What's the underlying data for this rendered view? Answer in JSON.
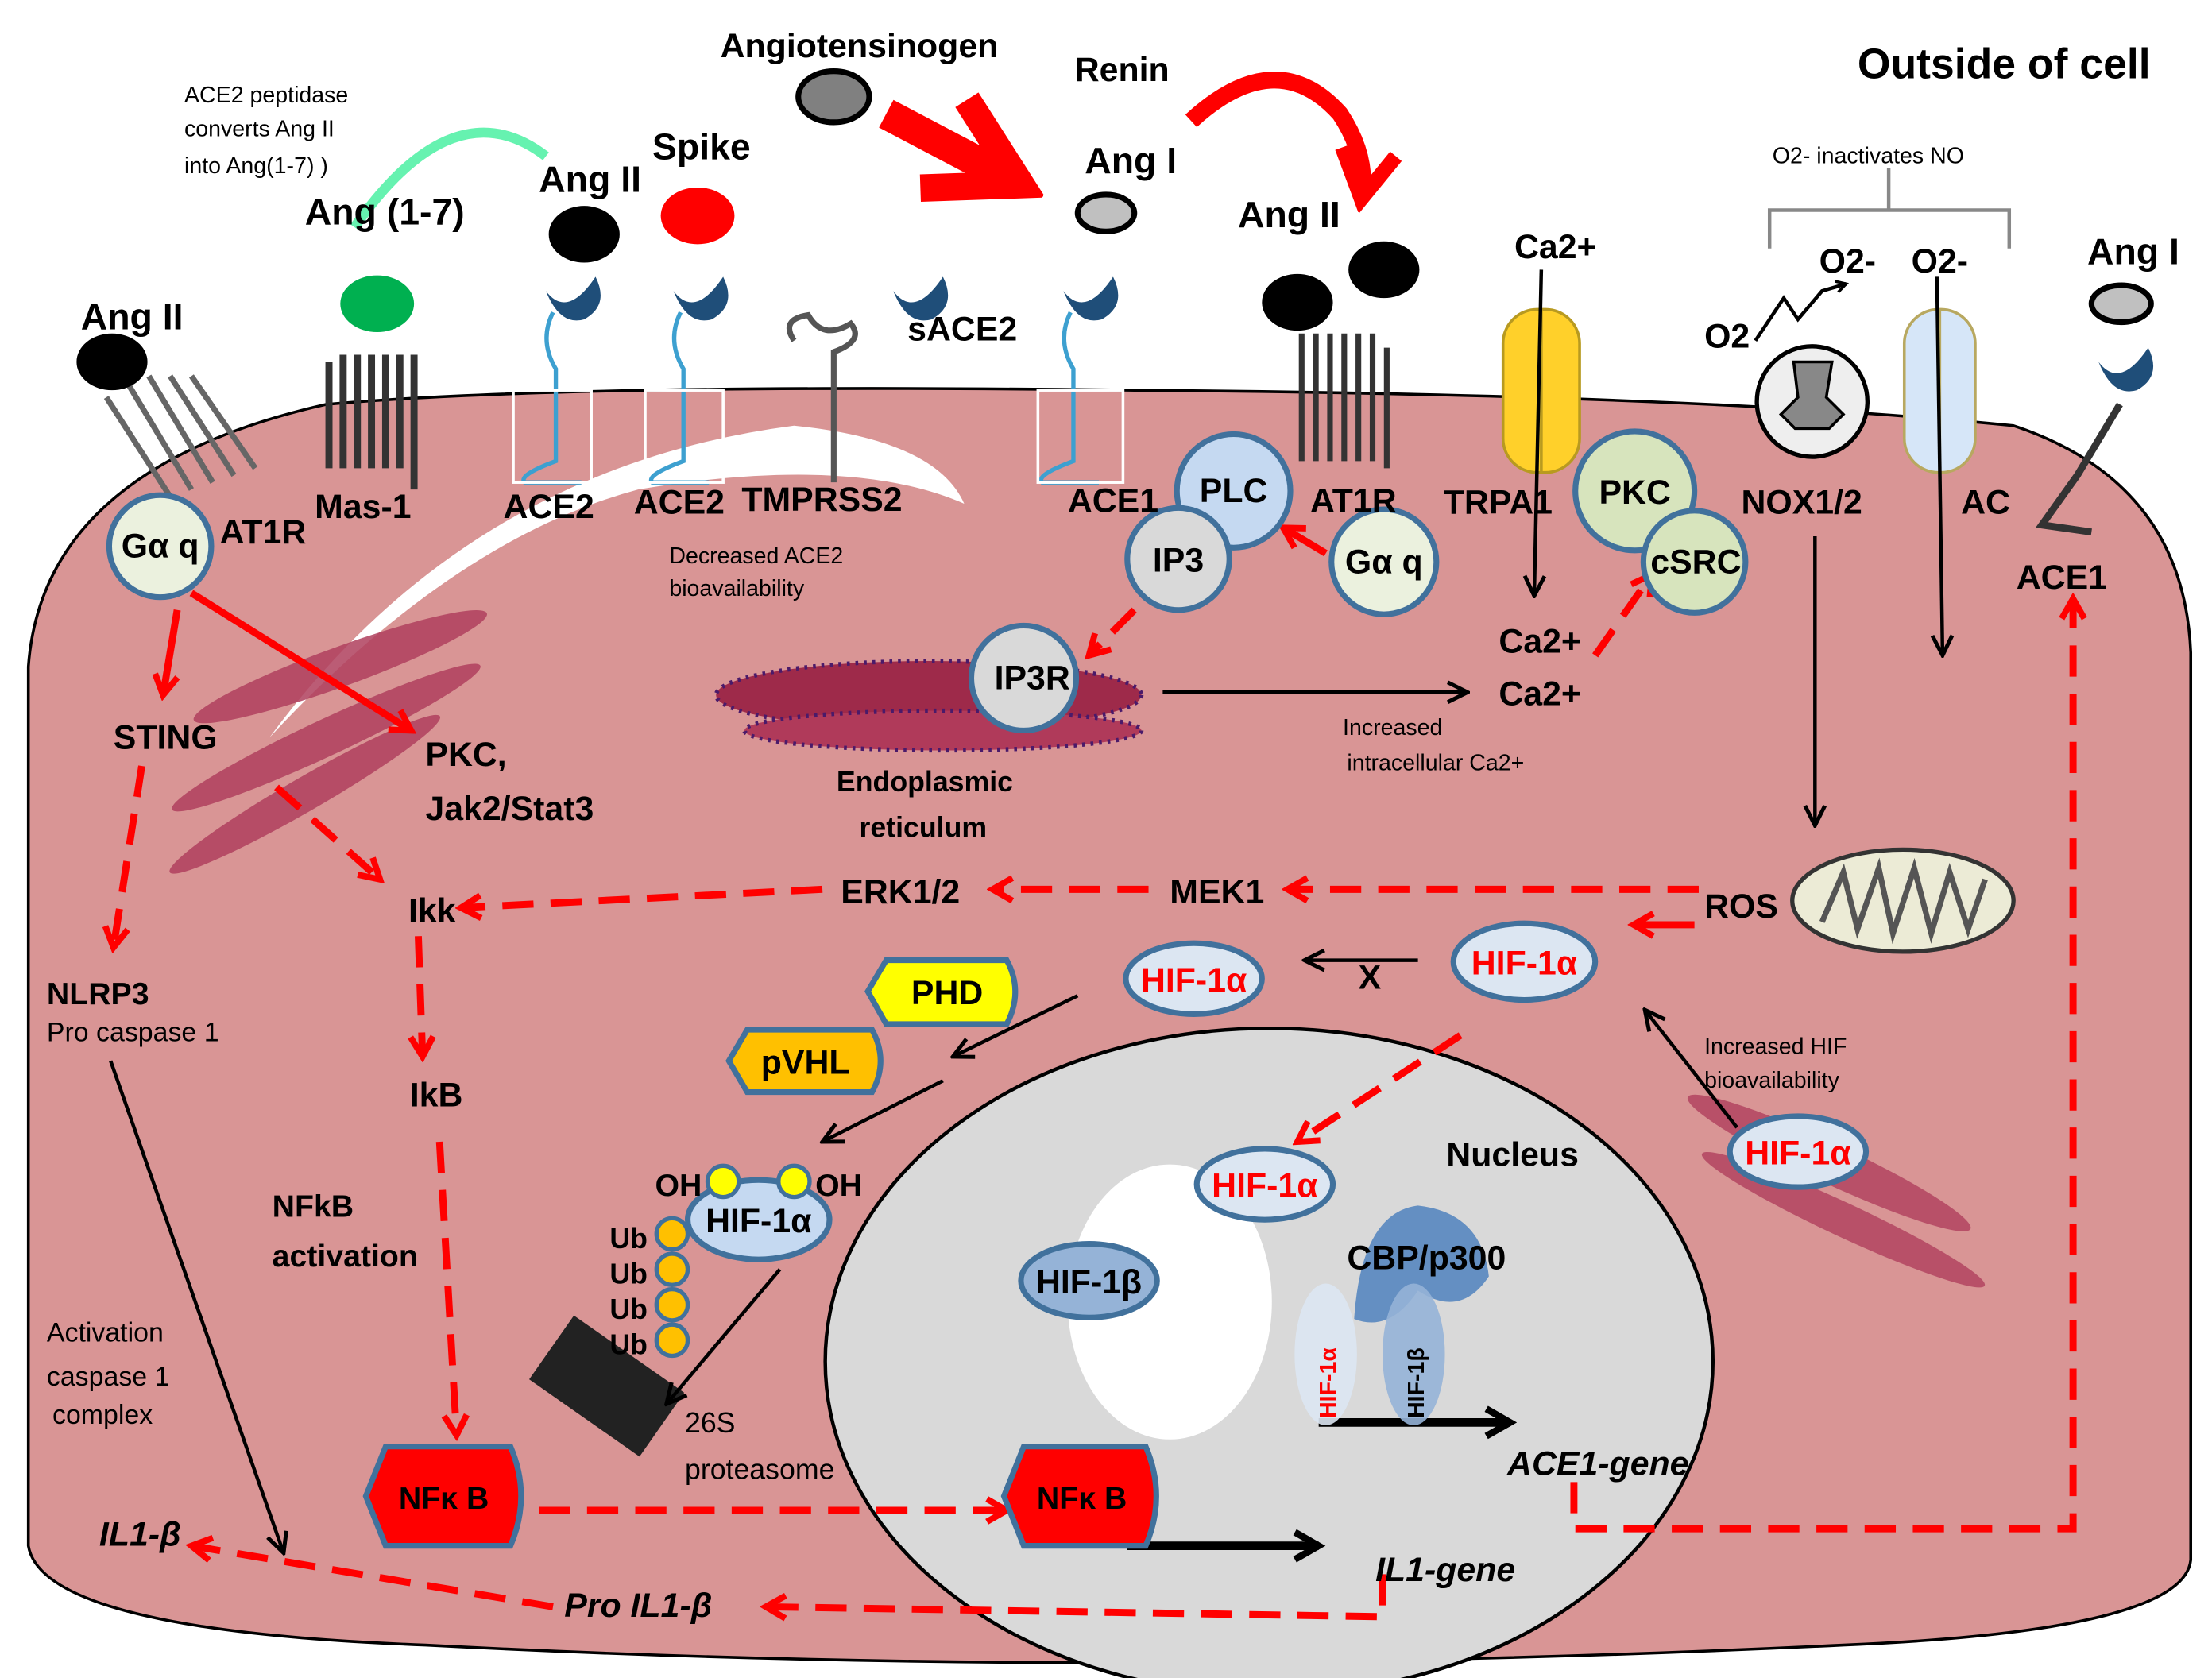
{
  "title": "Outside of cell",
  "colors": {
    "cytoplasm": "#d99595",
    "nucleus": "#d9d9d9",
    "signal_arrow": "#ff0000",
    "hif_text": "#ff0000",
    "nfkb": "#ff0000",
    "phd": "#ffff00",
    "pvhl": "#ffc000"
  },
  "outside": {
    "ace2_note": [
      "ACE2 peptidase",
      "converts Ang II",
      "into Ang(1-7) )"
    ],
    "ang17": "Ang (1-7)",
    "ang2_a": "Ang II",
    "spike": "Spike",
    "angiotensinogen": "Angiotensinogen",
    "renin": "Renin",
    "ang1_a": "Ang I",
    "ang2_b": "Ang II",
    "ang2_c": "Ang II",
    "sace2": "sACE2",
    "ca_in": "Ca2+",
    "o2_note": "O2- inactivates  NO",
    "o2m_a": "O2-",
    "o2m_b": "O2-",
    "o2": "O2",
    "ang1_b": "Ang I"
  },
  "membrane": {
    "at1r_a": "AT1R",
    "mas1": "Mas-1",
    "ace2_a": "ACE2",
    "ace2_b": "ACE2",
    "tmprss2": "TMPRSS2",
    "ace1_a": "ACE1",
    "at1r_b": "AT1R",
    "trpa1": "TRPA1",
    "nox": "NOX1/2",
    "ac": "AC",
    "ace1_b": "ACE1"
  },
  "cytoplasm": {
    "gaq": "Gα q",
    "gaq2": "Gα q",
    "plc": "PLC",
    "ip3": "IP3",
    "ip3r": "IP3R",
    "pkc": "PKC",
    "csrc": "cSRC",
    "decreased": [
      "Decreased ACE2",
      "bioavailability"
    ],
    "ca_a": "Ca2+",
    "ca_b": "Ca2+",
    "increased_ca": [
      "Increased",
      "intracellular   Ca2+"
    ],
    "er": [
      "Endoplasmic",
      "reticulum"
    ],
    "sting": "STING",
    "pkc_jak": [
      "PKC,",
      "Jak2/Stat3"
    ],
    "nlrp3": "NLRP3",
    "procasp": "Pro caspase 1",
    "ikk": "Ikk",
    "erk": "ERK1/2",
    "mek": "MEK1",
    "ros": "ROS",
    "hif_a": "HIF-1α",
    "x": "X",
    "hif_b": "HIF-1α",
    "phd": "PHD",
    "pvhl": "pVHL",
    "increased_hif": [
      "Increased HIF",
      "bioavailability"
    ],
    "hif_c": "HIF-1α",
    "ikb": "IkB",
    "nfkb_act": [
      "NFkB",
      "activation"
    ],
    "oh": "OH",
    "hif_d": "HIF-1α",
    "ub": "Ub",
    "activation": [
      "Activation",
      "caspase 1",
      "complex"
    ],
    "proteasome": [
      "26S",
      "proteasome"
    ],
    "nfkb_a": "NFκ B",
    "il1b": "IL1-β",
    "pro_il1b": "Pro IL1-β"
  },
  "nucleus": {
    "label": "Nucleus",
    "hif_e": "HIF-1α",
    "hif1b": "HIF-1β",
    "cbp": "CBP/p300",
    "hif_v1": "HIF-1α",
    "hif_v2": "HIF-1β",
    "ace1_gene": "ACE1-gene",
    "nfkb_b": "NFκ B",
    "il1_gene": "IL1-gene"
  }
}
